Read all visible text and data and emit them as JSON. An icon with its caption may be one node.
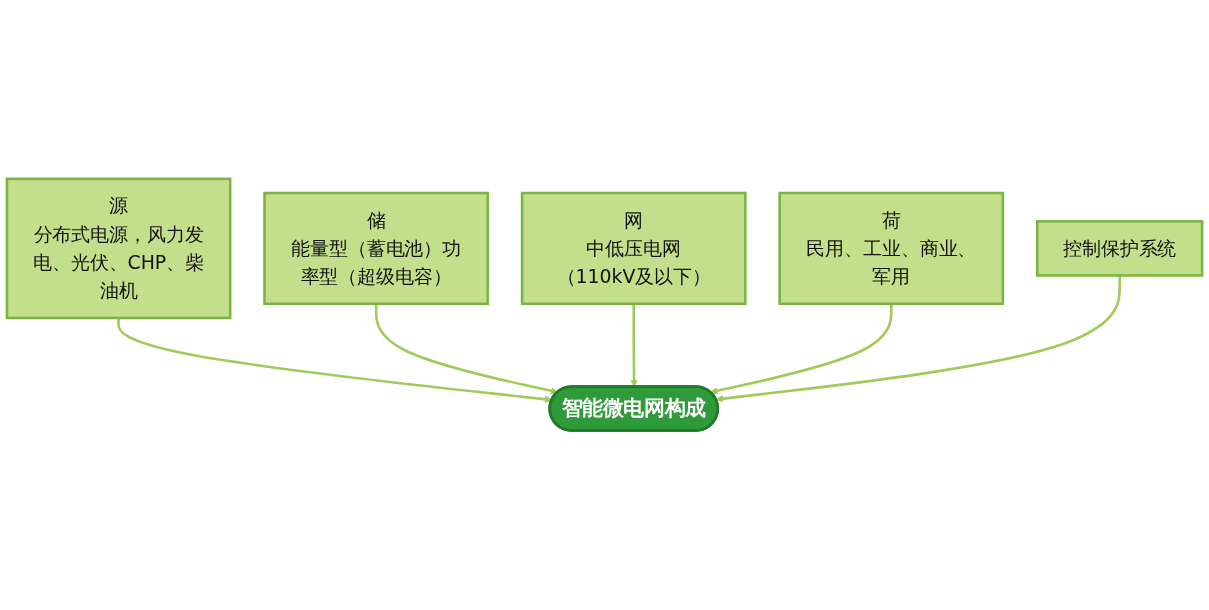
{
  "diagram": {
    "nodes": [
      {
        "text": [
          "智能微电网构成"
        ]
      },
      {
        "text": [
          "源",
          "分布式电源，风力发电、光伏、CHP、柴油机"
        ]
      },
      {
        "text": [
          "储",
          "能量型（蓄电池）功率型（超级电容）"
        ]
      },
      {
        "text": [
          "网",
          "中低压电网（110kV及以下）"
        ]
      },
      {
        "text": [
          "荷",
          "民用、工业、商业、军用"
        ]
      },
      {
        "text": [
          "控制保护系统"
        ]
      }
    ],
    "edges": [
      {
        "from": 1,
        "to": 0,
        "arrow": "to"
      },
      {
        "from": 2,
        "to": 0,
        "arrow": "to"
      },
      {
        "from": 3,
        "to": 0,
        "arrow": "to"
      },
      {
        "from": 4,
        "to": 0,
        "arrow": "to"
      },
      {
        "from": 5,
        "to": 0,
        "arrow": "to"
      }
    ]
  }
}
